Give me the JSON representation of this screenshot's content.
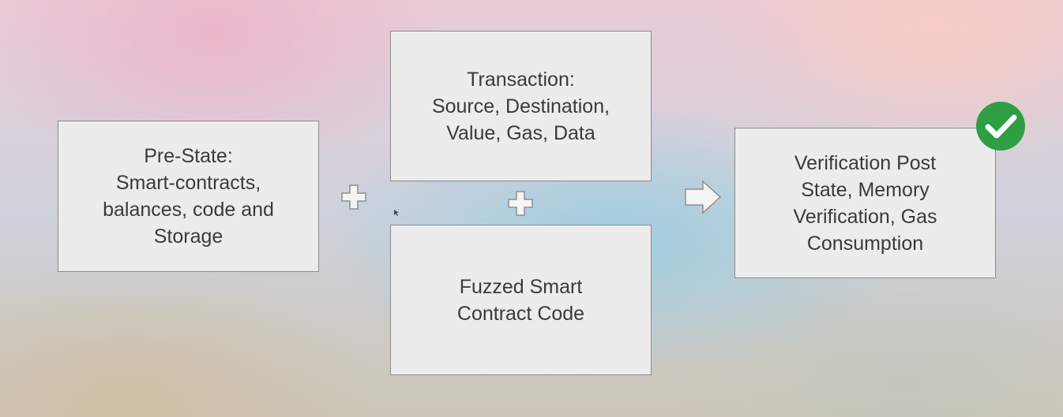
{
  "diagram": {
    "prestate": {
      "lines": [
        "Pre-State:",
        "Smart-contracts,",
        "balances, code and",
        "Storage"
      ]
    },
    "transaction": {
      "lines": [
        "Transaction:",
        "Source, Destination,",
        "Value, Gas, Data"
      ]
    },
    "fuzzed": {
      "lines": [
        "Fuzzed Smart",
        "Contract Code"
      ]
    },
    "verification": {
      "lines": [
        "Verification Post",
        "State, Memory",
        "Verification, Gas",
        "Consumption"
      ]
    },
    "icons": {
      "plus": "plus-icon",
      "arrow": "arrow-right-icon",
      "check": "check-circle-icon"
    },
    "colors": {
      "box_fill": "#ececec",
      "box_border": "#8a8a8a",
      "text": "#3a3a3a",
      "check_green": "#2f9e44"
    }
  }
}
